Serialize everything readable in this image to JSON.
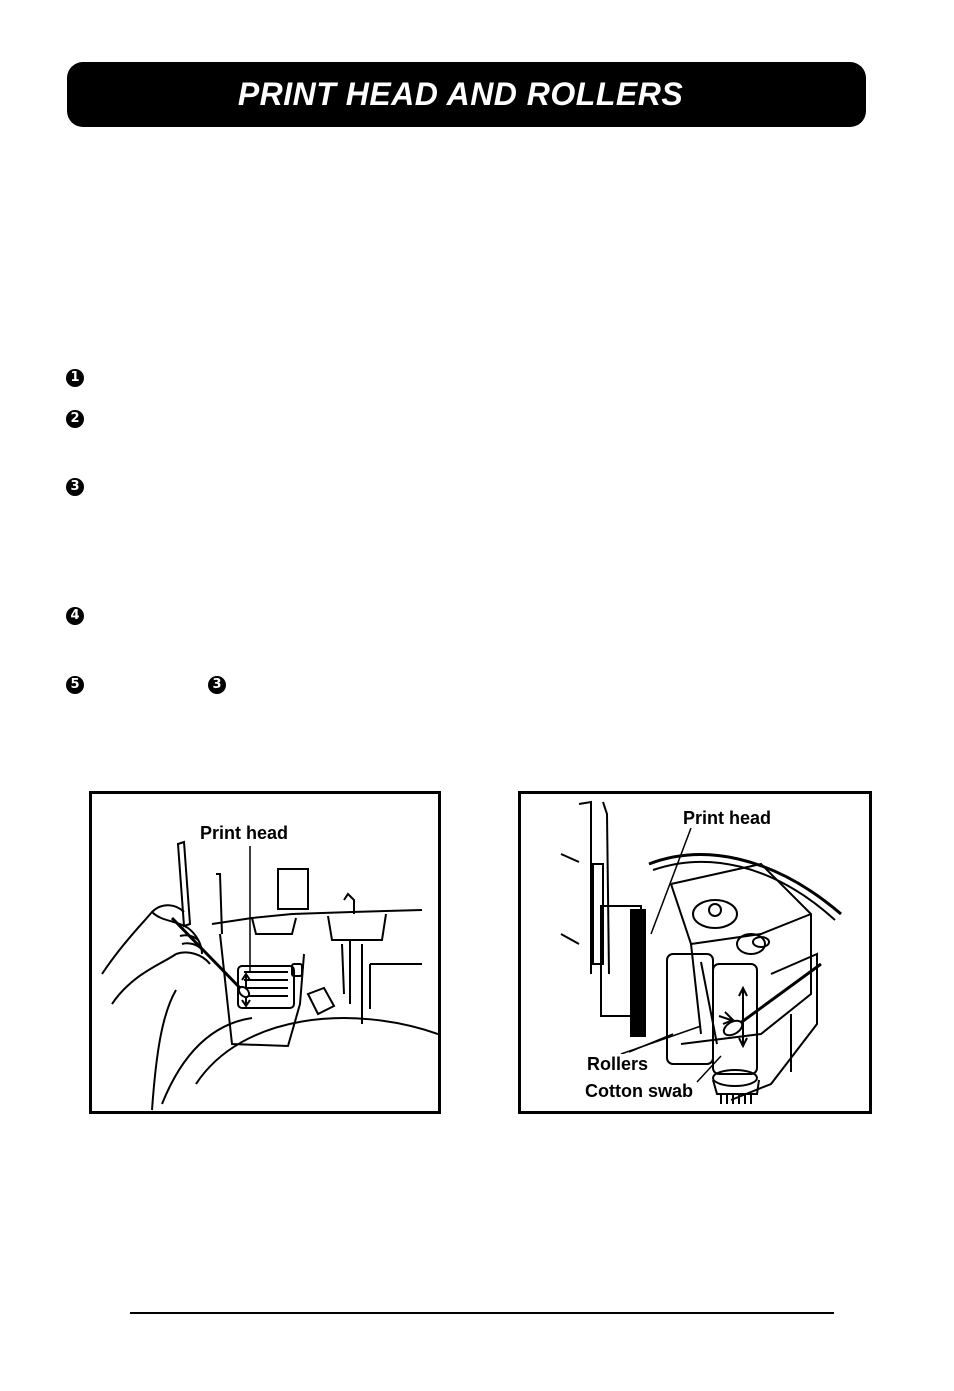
{
  "header": {
    "title": "PRINT HEAD AND ROLLERS"
  },
  "steps": [
    {
      "marker": "1"
    },
    {
      "marker": "2"
    },
    {
      "marker": "3"
    },
    {
      "marker": "4"
    },
    {
      "marker": "5",
      "reference_marker": "3"
    }
  ],
  "figures": {
    "left": {
      "print_head_label": "Print head"
    },
    "right": {
      "print_head_label": "Print head",
      "rollers_label": "Rollers",
      "cotton_swab_label": "Cotton swab"
    }
  }
}
